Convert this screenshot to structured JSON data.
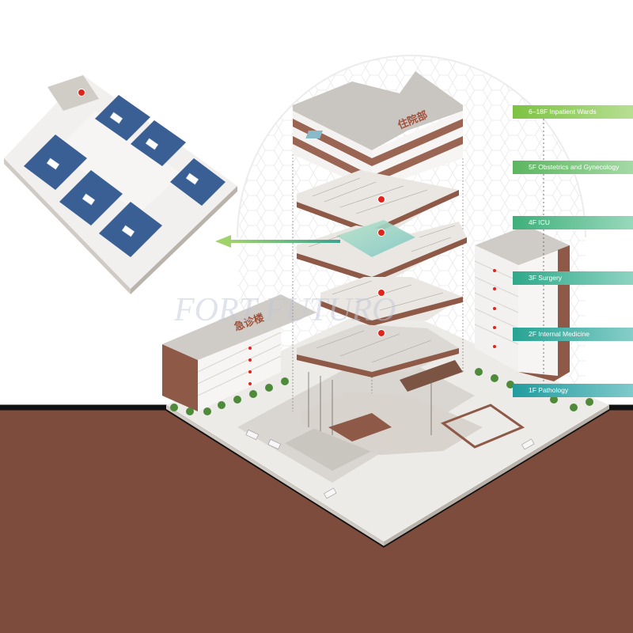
{
  "buildings": {
    "inpatient_sign": "住院部",
    "emergency_sign": "急诊楼"
  },
  "floor_labels": [
    {
      "text": "6–18F Inpatient Wards",
      "color_from": "#7cc242",
      "color_to": "#b7df93"
    },
    {
      "text": "5F Obstetrics and Gynecology",
      "color_from": "#5bb65f",
      "color_to": "#a5d9a5"
    },
    {
      "text": "4F ICU",
      "color_from": "#3fb07a",
      "color_to": "#98d8bb"
    },
    {
      "text": "3F Surgery",
      "color_from": "#2fa98a",
      "color_to": "#8dd3c2"
    },
    {
      "text": "2F Internal Medicine",
      "color_from": "#28a394",
      "color_to": "#86cec8"
    },
    {
      "text": "1F Pathology",
      "color_from": "#229c9e",
      "color_to": "#7fc9cb"
    }
  ],
  "watermark": "FORT FUTURO",
  "colors": {
    "soil": "#845040",
    "brick": "#8e5a47",
    "concrete": "#bdbab5",
    "ward_floor": "#3a5f94",
    "marker": "#e0241c",
    "arrow": "#4ba89a"
  }
}
